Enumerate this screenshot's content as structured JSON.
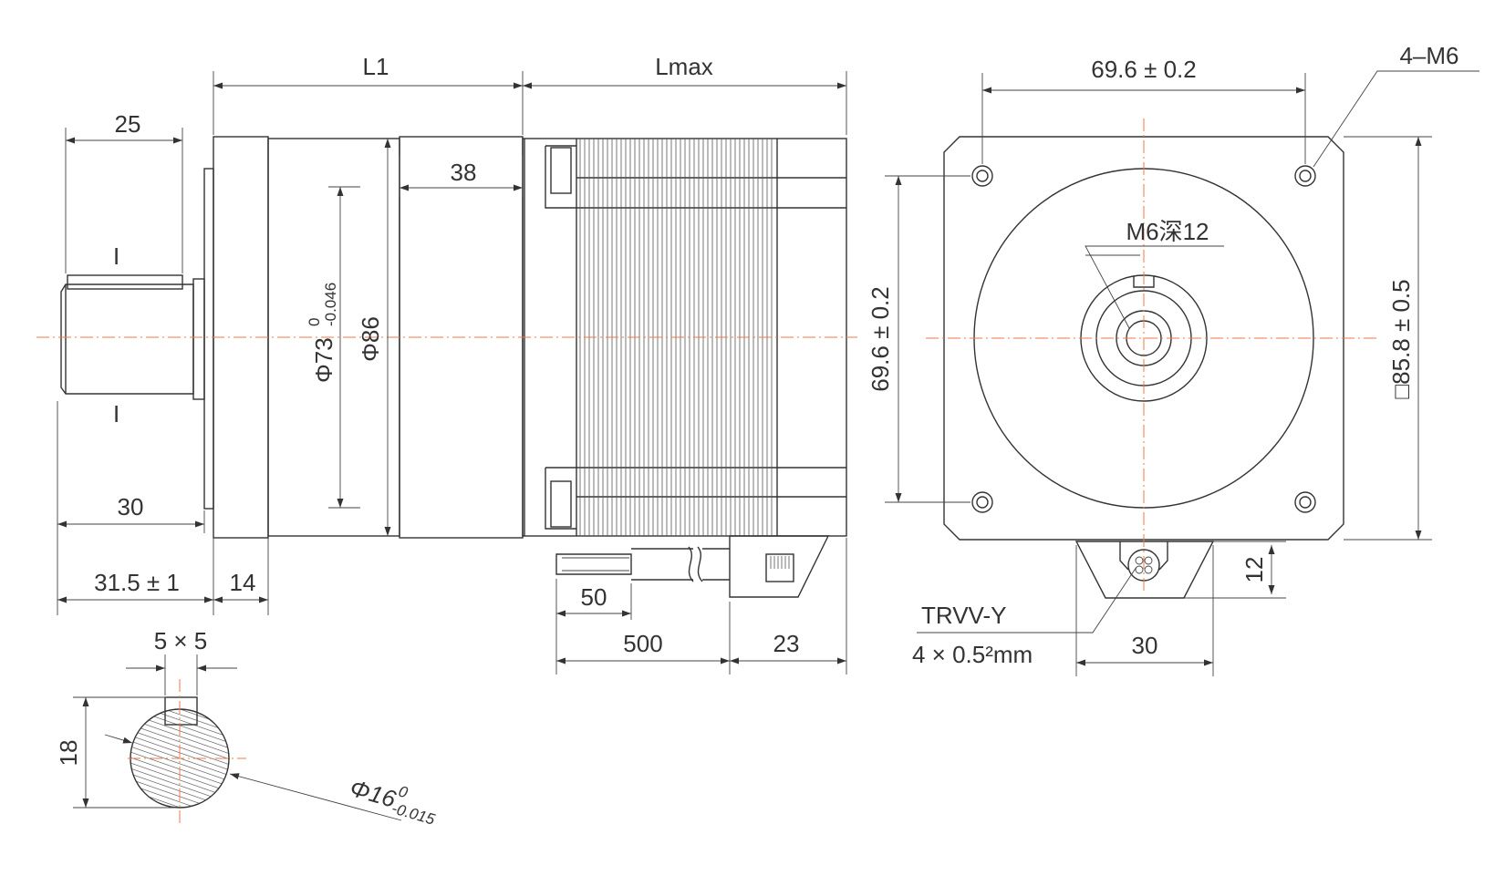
{
  "side_view": {
    "dims": {
      "L1": "L1",
      "Lmax": "Lmax",
      "shaft_key_len": "25",
      "flange_len": "38",
      "phi73": "Φ73",
      "phi73_tol_up": "0",
      "phi73_tol_low": "-0.046",
      "phi86": "Φ86",
      "shaft_len": "30",
      "shaft_total": "31.5 ± 1",
      "collar": "14",
      "lead_strip": "50",
      "lead_len": "500",
      "connector": "23"
    },
    "section_marks": [
      "I",
      "I"
    ]
  },
  "front_view": {
    "dims": {
      "hole_spacing_h": "69.6 ± 0.2",
      "hole_spacing_v": "69.6 ± 0.2",
      "holes": "4–M6",
      "center_thread": "M6深12",
      "square": "□85.8 ± 0.5",
      "box_height": "12",
      "box_width": "30"
    },
    "cable": {
      "type": "TRVV-Y",
      "spec": "4 × 0.5²mm"
    }
  },
  "section_view": {
    "dims": {
      "key": "5 × 5",
      "height": "18",
      "diameter": "Φ16",
      "dia_tol_up": "0",
      "dia_tol_low": "-0.015"
    }
  }
}
